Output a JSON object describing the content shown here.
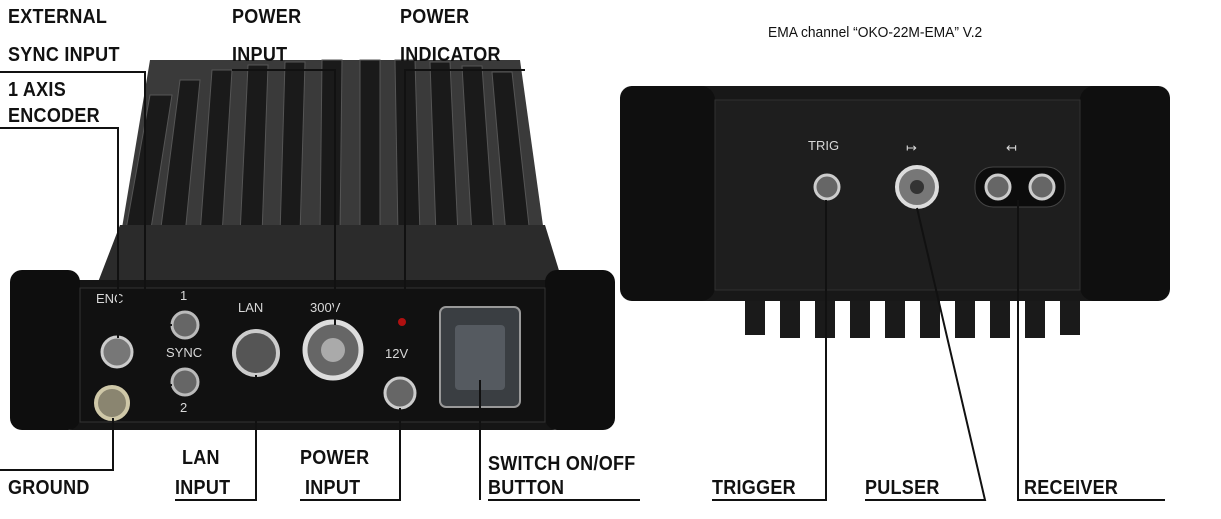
{
  "caption": "EMA channel “OKO-22M-EMA” V.2",
  "left_device": {
    "labels_top": {
      "external_sync_line1": "EXTERNAL",
      "external_sync_line2": "SYNC INPUT",
      "encoder_line1": "1 AXIS",
      "encoder_line2": "ENCODER",
      "power_input_line1": "POWER",
      "power_input_line2": "INPUT",
      "power_indicator_line1": "POWER",
      "power_indicator_line2": "INDICATOR"
    },
    "labels_bottom": {
      "ground": "GROUND",
      "lan_line1": "LAN",
      "lan_line2": "INPUT",
      "power_line1": "POWER",
      "power_line2": "INPUT",
      "switch_line1": "SWITCH ON/OFF",
      "switch_line2": "BUTTON"
    },
    "panel_marks": {
      "enc": "ENC",
      "sync1": "1",
      "sync": "SYNC",
      "sync2": "2",
      "lan": "LAN",
      "v300": "300V",
      "v12": "12V"
    }
  },
  "right_device": {
    "labels_bottom": {
      "trigger": "TRIGGER",
      "pulser": "PULSER",
      "receiver": "RECEIVER"
    },
    "panel_marks": {
      "trig": "TRIG",
      "pulser_symbol": "↦",
      "receiver_symbol": "↤"
    }
  },
  "colors": {
    "body": "#151515",
    "fin": "#2a2a2a",
    "indicator": "#b01010"
  }
}
